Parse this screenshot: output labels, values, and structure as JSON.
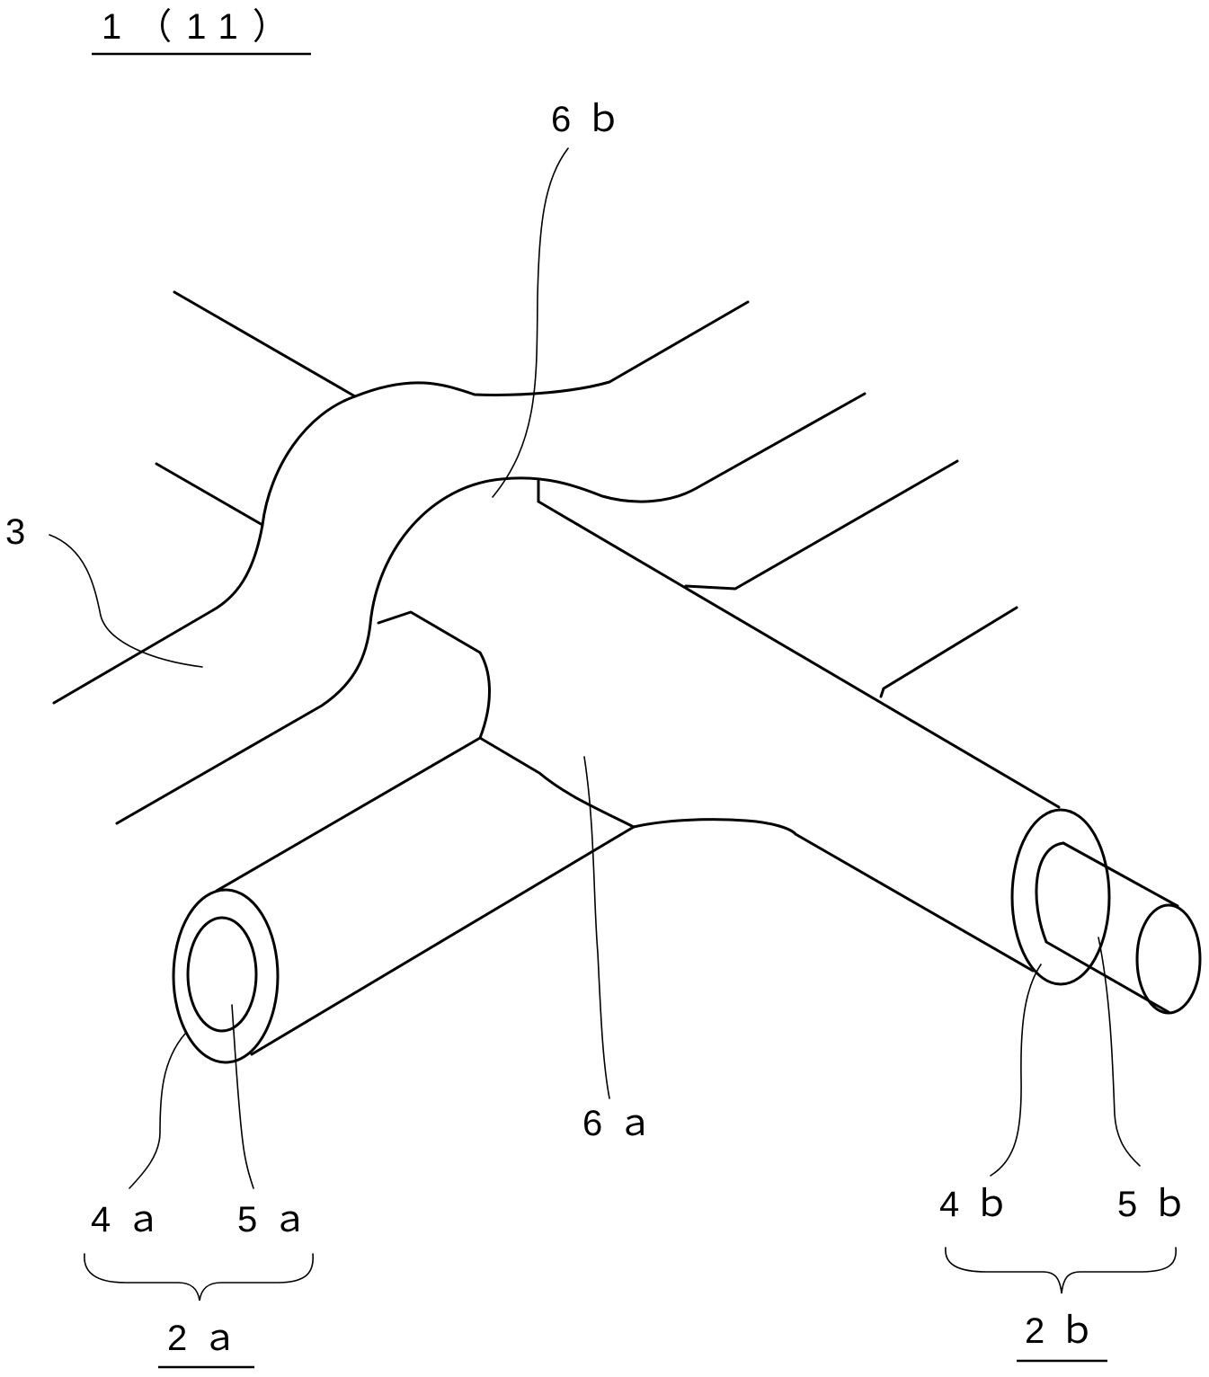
{
  "figure_label": "1（11）",
  "labels": {
    "l3": "3",
    "l6a": "6ａ",
    "l6b": "6ｂ",
    "l4a": "4ａ",
    "l5a": "5ａ",
    "l4b": "4ｂ",
    "l5b": "5ｂ",
    "l2a": "2ａ",
    "l2b": "2ｂ"
  },
  "colors": {
    "stroke": "#000000",
    "background": "#ffffff"
  }
}
